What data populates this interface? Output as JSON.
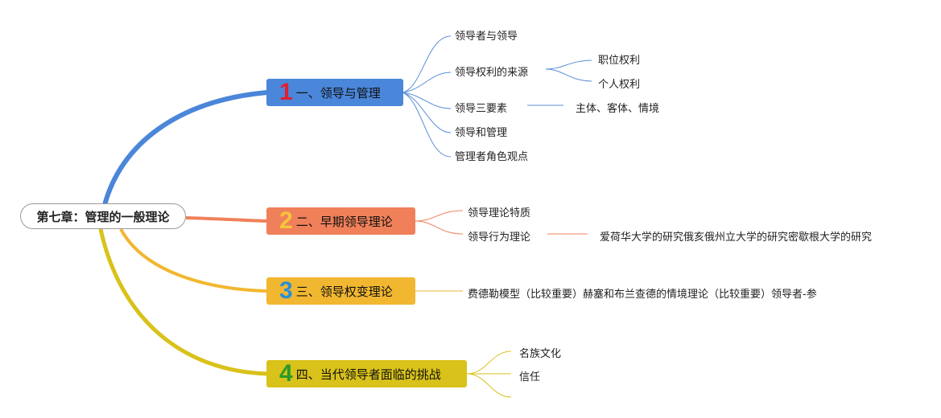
{
  "root": {
    "label": "第七章：管理的一般理论"
  },
  "branches": [
    {
      "number": "1",
      "label": "一、领导与管理",
      "color": "#4a86d9",
      "number_color": "#e02030",
      "children": [
        {
          "label": "领导者与领导"
        },
        {
          "label": "领导权利的来源",
          "children": [
            "职位权利",
            "个人权利"
          ]
        },
        {
          "label": "领导三要素",
          "children": [
            "主体、客体、情境"
          ]
        },
        {
          "label": "领导和管理"
        },
        {
          "label": "管理者角色观点"
        }
      ]
    },
    {
      "number": "2",
      "label": "二、早期领导理论",
      "color": "#f0805a",
      "number_color": "#f5c53a",
      "children": [
        {
          "label": "领导理论特质"
        },
        {
          "label": "领导行为理论",
          "children": [
            "爱荷华大学的研究俄亥俄州立大学的研究密歇根大学的研究"
          ]
        }
      ]
    },
    {
      "number": "3",
      "label": "三、领导权变理论",
      "color": "#f2b730",
      "number_color": "#2a8fd6",
      "children": [
        {
          "label": "费德勒模型（比较重要）赫塞和布兰查德的情境理论（比较重要）领导者-参"
        }
      ]
    },
    {
      "number": "4",
      "label": "四、当代领导者面临的挑战",
      "color": "#d9c21a",
      "number_color": "#2a9a2a",
      "children": [
        {
          "label": "名族文化"
        },
        {
          "label": "信任"
        },
        {
          "label": ""
        }
      ]
    }
  ]
}
